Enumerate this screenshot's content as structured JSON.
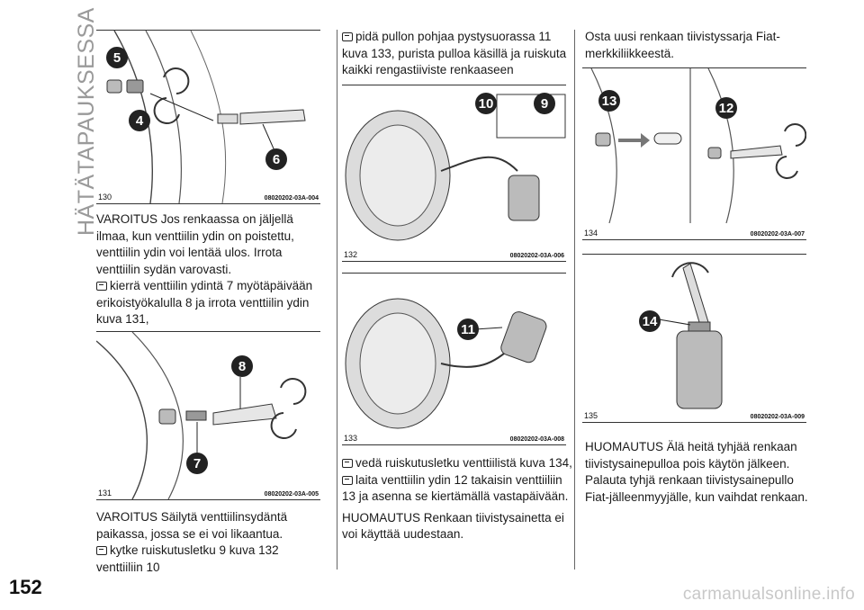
{
  "section_title": "HÄTÄTAPAUKSESSA",
  "page_number": "152",
  "watermark": "carmanualsonline.info",
  "figures": [
    {
      "num": "130",
      "code": "08020202-03A-004",
      "callouts": [
        "5",
        "4",
        "6"
      ]
    },
    {
      "num": "131",
      "code": "08020202-03A-005",
      "callouts": [
        "8",
        "7"
      ]
    },
    {
      "num": "132",
      "code": "08020202-03A-006",
      "callouts": [
        "10",
        "9"
      ]
    },
    {
      "num": "133",
      "code": "08020202-03A-008",
      "callouts": [
        "11"
      ]
    },
    {
      "num": "134",
      "code": "08020202-03A-007",
      "callouts": [
        "13",
        "12"
      ]
    },
    {
      "num": "135",
      "code": "08020202-03A-009",
      "callouts": [
        "14"
      ]
    }
  ],
  "col1": {
    "para1": "VAROITUS Jos renkaassa on jäljellä ilmaa, kun venttiilin ydin on poistettu, venttiilin ydin voi lentää ulos. Irrota venttiilin sydän varovasti.",
    "bullet1": "kierrä venttiilin ydintä 7 myötäpäivään erikoistyökalulla 8 ja irrota venttiilin ydin kuva 131,",
    "para2": "VAROITUS Säilytä venttiilinsydäntä paikassa, jossa se ei voi likaantua.",
    "bullet2": "kytke ruiskutusletku 9 kuva 132 venttiiliin 10"
  },
  "col2": {
    "bullet1": "pidä pullon pohjaa pystysuorassa 11 kuva 133, purista pulloa käsillä ja ruiskuta kaikki rengastiiviste renkaaseen",
    "bullet2": "vedä ruiskutusletku venttiilistä kuva 134,",
    "bullet3": "laita venttiilin ydin 12 takaisin venttiiliin 13 ja asenna se kiertämällä vastapäivään.",
    "para1": "HUOMAUTUS Renkaan tiivistysainetta ei voi käyttää uudestaan."
  },
  "col3": {
    "para1": "Osta uusi renkaan tiivistyssarja Fiat-merkkiliikkeestä.",
    "para2": "HUOMAUTUS Älä heitä tyhjää renkaan tiivistysainepulloa pois käytön jälkeen. Palauta tyhjä renkaan tiivistysainepullo Fiat-jälleenmyyjälle, kun vaihdat renkaan."
  }
}
